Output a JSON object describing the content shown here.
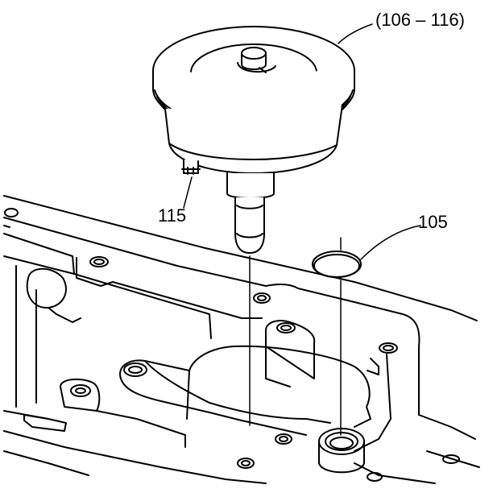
{
  "callouts": {
    "assembly": "(106 – 116)",
    "part_115": "115",
    "part_105": "105"
  },
  "colors": {
    "line": "#000000",
    "background": "#ffffff"
  }
}
